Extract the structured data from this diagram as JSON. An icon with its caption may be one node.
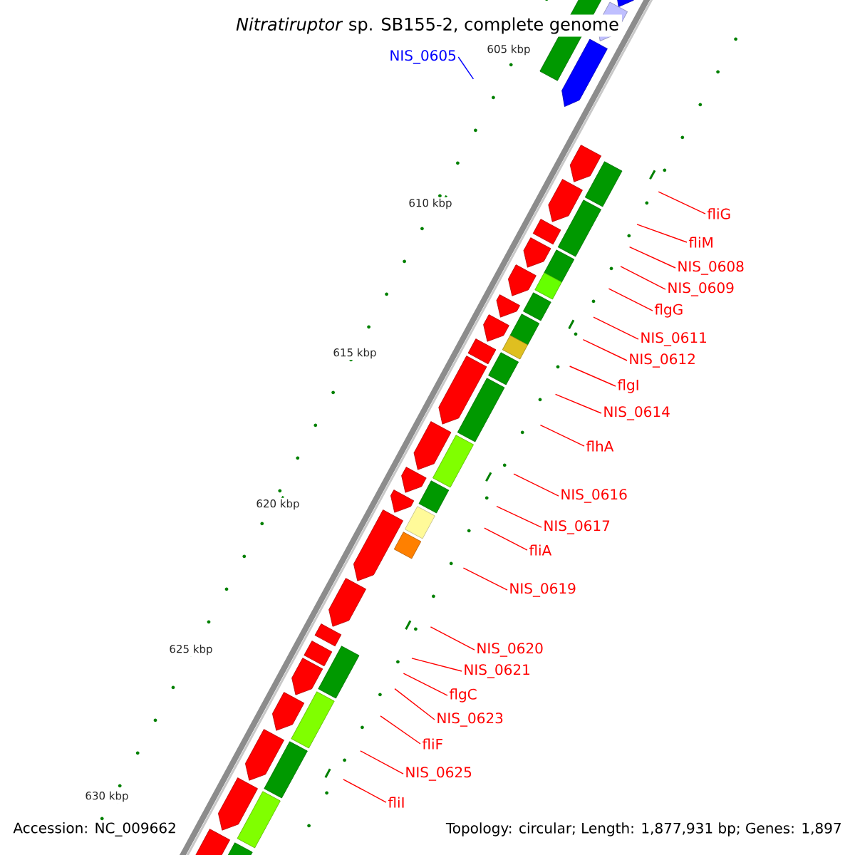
{
  "diagram": {
    "title": "*Nitratiruptor* sp. SB155-2, complete genome",
    "nodes": [
      {
        "text": [
          "NIS_0605"
        ]
      },
      {
        "text": [
          "fliG"
        ]
      },
      {
        "text": [
          "fliM"
        ]
      },
      {
        "text": [
          "NIS_0608"
        ]
      },
      {
        "text": [
          "NIS_0609"
        ]
      },
      {
        "text": [
          "flgG"
        ]
      },
      {
        "text": [
          "NIS_0611"
        ]
      },
      {
        "text": [
          "NIS_0612"
        ]
      },
      {
        "text": [
          "flgI"
        ]
      },
      {
        "text": [
          "NIS_0614"
        ]
      },
      {
        "text": [
          "flhA"
        ]
      },
      {
        "text": [
          "NIS_0616"
        ]
      },
      {
        "text": [
          "NIS_0617"
        ]
      },
      {
        "text": [
          "fliA"
        ]
      },
      {
        "text": [
          "NIS_0619"
        ]
      },
      {
        "text": [
          "NIS_0620"
        ]
      },
      {
        "text": [
          "NIS_0621"
        ]
      },
      {
        "text": [
          "flgC"
        ]
      },
      {
        "text": [
          "NIS_0623"
        ]
      },
      {
        "text": [
          "fliF"
        ]
      },
      {
        "text": [
          "NIS_0625"
        ]
      },
      {
        "text": [
          "fliI"
        ]
      }
    ],
    "edges": [
      {
        "from": 0,
        "to": null,
        "arrow": "none",
        "color": "#0000ff"
      },
      {
        "from": 1,
        "to": null,
        "arrow": "none"
      },
      {
        "from": 2,
        "to": null,
        "arrow": "none"
      },
      {
        "from": 3,
        "to": null,
        "arrow": "none"
      },
      {
        "from": 4,
        "to": null,
        "arrow": "none"
      },
      {
        "from": 5,
        "to": null,
        "arrow": "none"
      },
      {
        "from": 6,
        "to": null,
        "arrow": "none"
      },
      {
        "from": 7,
        "to": null,
        "arrow": "none"
      },
      {
        "from": 8,
        "to": null,
        "arrow": "none"
      },
      {
        "from": 9,
        "to": null,
        "arrow": "none"
      },
      {
        "from": 10,
        "to": null,
        "arrow": "none"
      },
      {
        "from": 11,
        "to": null,
        "arrow": "none"
      },
      {
        "from": 12,
        "to": null,
        "arrow": "none"
      },
      {
        "from": 13,
        "to": null,
        "arrow": "none"
      },
      {
        "from": 14,
        "to": null,
        "arrow": "none"
      },
      {
        "from": 15,
        "to": null,
        "arrow": "none"
      },
      {
        "from": 16,
        "to": null,
        "arrow": "none"
      },
      {
        "from": 17,
        "to": null,
        "arrow": "none"
      },
      {
        "from": 18,
        "to": null,
        "arrow": "none"
      },
      {
        "from": 19,
        "to": null,
        "arrow": "none"
      },
      {
        "from": 20,
        "to": null,
        "arrow": "none"
      },
      {
        "from": 21,
        "to": null,
        "arrow": "none"
      }
    ],
    "labels": [
      "605 kbp",
      "610 kbp",
      "615 kbp",
      "620 kbp",
      "625 kbp",
      "630 kbp",
      "Accession: NC_009662",
      "Topology: circular; Length: 1,877,931 bp; Genes: 1,897"
    ]
  }
}
